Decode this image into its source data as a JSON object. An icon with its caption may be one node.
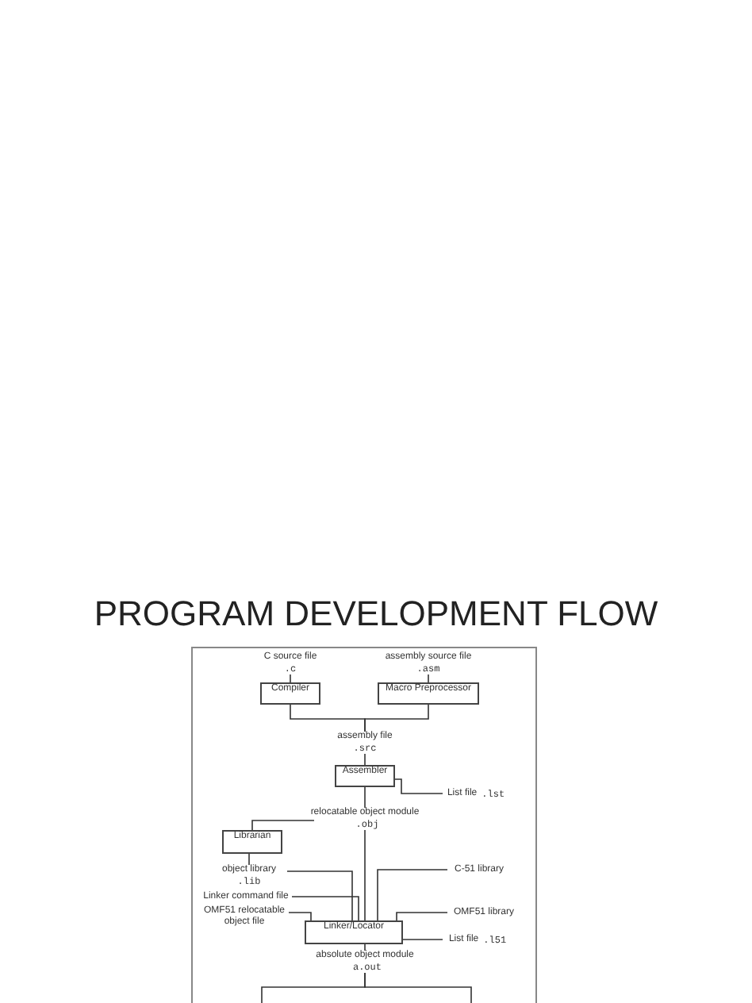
{
  "diagram": {
    "title": "PROGRAM DEVELOPMENT FLOW",
    "nodes": [
      {
        "text": [
          "C source file",
          ".c"
        ]
      },
      {
        "text": [
          "assembly source file",
          ".asm"
        ]
      },
      {
        "text": [
          "Compiler"
        ]
      },
      {
        "text": [
          "Macro Preprocessor"
        ]
      },
      {
        "text": [
          "assembly file",
          ".src"
        ]
      },
      {
        "text": [
          "Assembler"
        ]
      },
      {
        "text": [
          "List file",
          ".lst"
        ]
      },
      {
        "text": [
          "relocatable object module",
          ".obj"
        ]
      },
      {
        "text": [
          "Librarian"
        ]
      },
      {
        "text": [
          "object library",
          ".lib"
        ]
      },
      {
        "text": [
          "Linker command file"
        ]
      },
      {
        "text": [
          "OMF51 relocatable object file"
        ]
      },
      {
        "text": [
          "C-51 library"
        ]
      },
      {
        "text": [
          "OMF51 library"
        ]
      },
      {
        "text": [
          "Linker/Locator"
        ]
      },
      {
        "text": [
          "List file",
          ".l51"
        ]
      },
      {
        "text": [
          "absolute object module",
          "a.out"
        ]
      }
    ],
    "edges": [
      {
        "from": 0,
        "to": 2,
        "arrow": "none"
      },
      {
        "from": 1,
        "to": 3,
        "arrow": "none"
      },
      {
        "from": 2,
        "to": 4,
        "arrow": "none"
      },
      {
        "from": 3,
        "to": 4,
        "arrow": "none"
      },
      {
        "from": 4,
        "to": 5,
        "arrow": "none"
      },
      {
        "from": 5,
        "to": 6,
        "arrow": "none"
      },
      {
        "from": 5,
        "to": 7,
        "arrow": "none"
      },
      {
        "from": 7,
        "to": 14,
        "arrow": "none"
      },
      {
        "from": 7,
        "to": 8,
        "arrow": "none"
      },
      {
        "from": 8,
        "to": 9,
        "arrow": "none"
      },
      {
        "from": 9,
        "to": 14,
        "arrow": "none"
      },
      {
        "from": 10,
        "to": 14,
        "arrow": "none"
      },
      {
        "from": 11,
        "to": 14,
        "arrow": "none"
      },
      {
        "from": 12,
        "to": 14,
        "arrow": "none"
      },
      {
        "from": 13,
        "to": 14,
        "arrow": "none"
      },
      {
        "from": 14,
        "to": 15,
        "arrow": "none"
      },
      {
        "from": 14,
        "to": 16,
        "arrow": "none"
      },
      {
        "from": 16,
        "to": null,
        "arrow": "none"
      },
      {
        "from": 16,
        "to": null,
        "arrow": "none"
      }
    ]
  }
}
